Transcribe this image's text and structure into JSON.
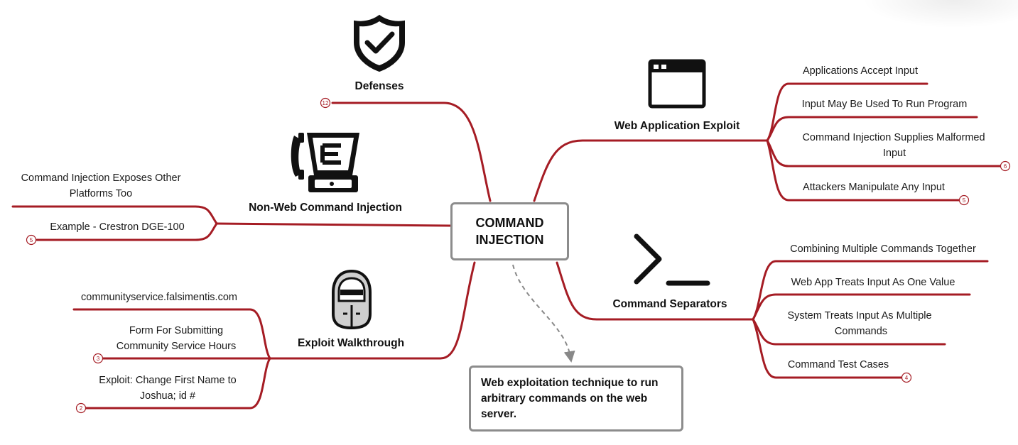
{
  "center": {
    "label": "COMMAND INJECTION"
  },
  "note": {
    "text": "Web exploitation technique to run arbitrary commands on the web server."
  },
  "colors": {
    "branch": "#a51c24",
    "box_border": "#8c8c8c",
    "note_arrow": "#888888"
  },
  "branches": {
    "defenses": {
      "label": "Defenses",
      "icon": "shield-check-icon",
      "badge": "12"
    },
    "non_web": {
      "label": "Non-Web Command Injection",
      "icon": "phone-device-icon",
      "items": [
        {
          "lines": [
            "Command Injection Exposes Other",
            "Platforms Too"
          ]
        },
        {
          "lines": [
            "Example - Crestron DGE-100"
          ],
          "badge": "5"
        }
      ]
    },
    "walkthrough": {
      "label": "Exploit Walkthrough",
      "icon": "hacker-icon",
      "items": [
        {
          "lines": [
            "communityservice.falsimentis.com"
          ]
        },
        {
          "lines": [
            "Form For Submitting",
            "Community Service Hours"
          ],
          "badge": "3"
        },
        {
          "lines": [
            "Exploit: Change First Name to",
            "Joshua; id #"
          ],
          "badge": "2"
        }
      ]
    },
    "web_app": {
      "label": "Web Application Exploit",
      "icon": "browser-window-icon",
      "items": [
        {
          "lines": [
            "Applications Accept Input"
          ]
        },
        {
          "lines": [
            "Input May Be Used To Run Program"
          ]
        },
        {
          "lines": [
            "Command Injection Supplies Malformed",
            "Input"
          ],
          "badge": "6"
        },
        {
          "lines": [
            "Attackers Manipulate Any Input"
          ],
          "badge": "5"
        }
      ]
    },
    "separators": {
      "label": "Command Separators",
      "icon": "terminal-prompt-icon",
      "items": [
        {
          "lines": [
            "Combining Multiple Commands Together"
          ]
        },
        {
          "lines": [
            "Web App Treats Input As One Value"
          ]
        },
        {
          "lines": [
            "System Treats Input As Multiple",
            "Commands"
          ]
        },
        {
          "lines": [
            "Command Test Cases"
          ],
          "badge": "4"
        }
      ]
    }
  }
}
